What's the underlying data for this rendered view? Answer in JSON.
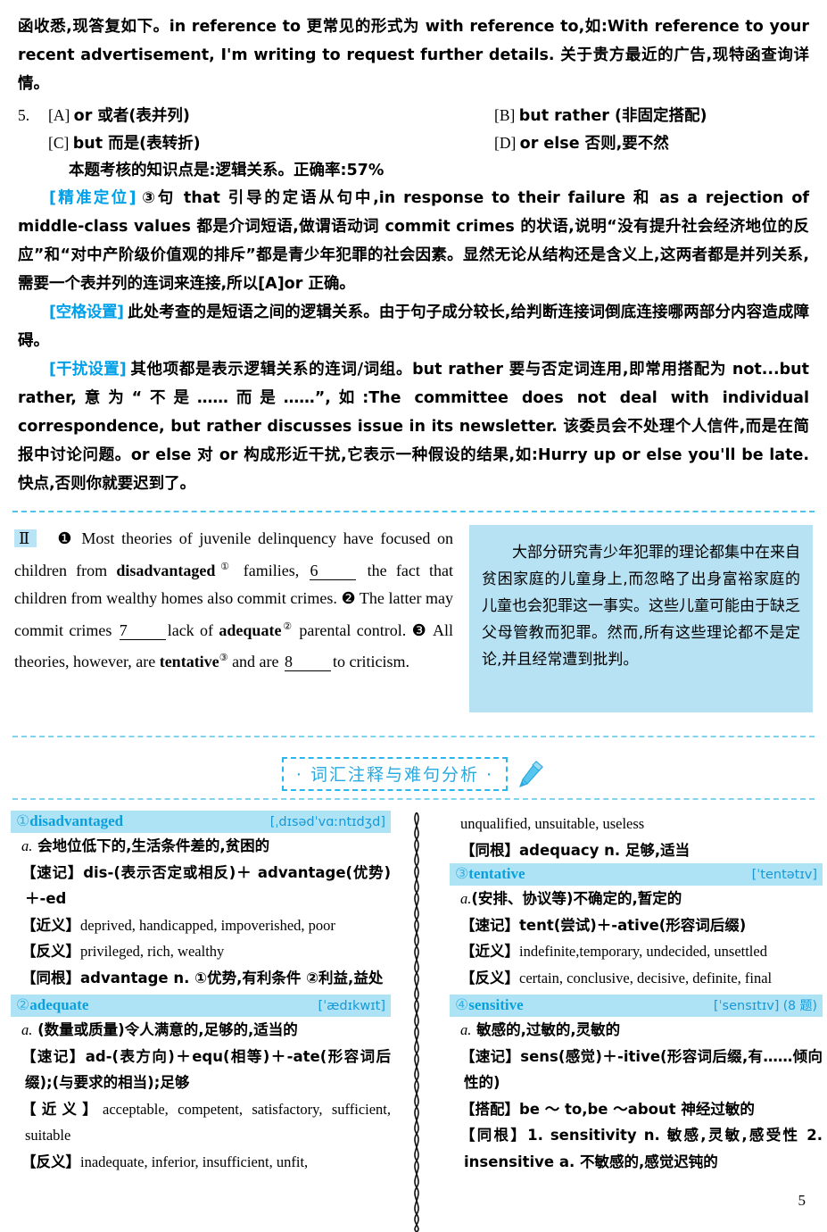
{
  "top_paragraph": {
    "line": "函收悉,现答复如下。in reference to 更常见的形式为 with reference to,如:With reference to your recent advertisement, I'm writing to request further details. 关于贵方最近的广告,现特函查询详情。"
  },
  "question": {
    "number": "5.",
    "options": [
      {
        "key": "[A]",
        "text": "or 或者(表并列)"
      },
      {
        "key": "[B]",
        "text": "but rather (非固定搭配)"
      },
      {
        "key": "[C]",
        "text": "but 而是(表转折)"
      },
      {
        "key": "[D]",
        "text": "or else 否则,要不然"
      }
    ],
    "note": "本题考核的知识点是:逻辑关系。正确率:57%"
  },
  "analysis": [
    {
      "tag": "[精准定位]",
      "body": "③句 that 引导的定语从句中,in response to their failure 和 as a rejection of middle-class values 都是介词短语,做谓语动词 commit crimes 的状语,说明“没有提升社会经济地位的反应”和“对中产阶级价值观的排斥”都是青少年犯罪的社会因素。显然无论从结构还是含义上,这两者都是并列关系,需要一个表并列的连词来连接,所以[A]or 正确。"
    },
    {
      "tag": "[空格设置]",
      "body": "此处考查的是短语之间的逻辑关系。由于句子成分较长,给判断连接词倒底连接哪两部分内容造成障碍。"
    },
    {
      "tag": "[干扰设置]",
      "body": "其他项都是表示逻辑关系的连词/词组。but rather 要与否定词连用,即常用搭配为 not...but rather,意为“不是……而是……”,如:The committee does not deal with individual correspondence, but rather discusses issue in its newsletter. 该委员会不处理个人信件,而是在简报中讨论问题。or else 对 or 构成形近干扰,它表示一种假设的结果,如:Hurry up or else you'll be late. 快点,否则你就要迟到了。"
    }
  ],
  "passage": {
    "roman_mark": "Ⅱ",
    "sentences": [
      {
        "marker": "❶",
        "text_a": "Most theories of juvenile delinquency have focused on children from ",
        "bold": "disadvantaged",
        "sup": "①",
        "text_b": " families,",
        "blank": "6",
        "text_c": "the fact that children from wealthy homes also commit crimes."
      },
      {
        "marker": "❷",
        "text_a": "The latter may commit crimes ",
        "blank": "7",
        "text_b": "lack of ",
        "bold": "adequate",
        "sup": "②",
        "text_c": " parental control."
      },
      {
        "marker": "❸",
        "text_a": "All theories, however, are ",
        "bold": "tentative",
        "sup": "③",
        "text_b": " and are ",
        "blank": "8",
        "text_c": "to criticism."
      }
    ]
  },
  "translation": {
    "text": "大部分研究青少年犯罪的理论都集中在来自贫困家庭的儿童身上,而忽略了出身富裕家庭的儿童也会犯罪这一事实。这些儿童可能由于缺乏父母管教而犯罪。然而,所有这些理论都不是定论,并且经常遭到批判。"
  },
  "section_heading": {
    "label": "· 词汇注释与难句分析 ·",
    "icon": "pen-icon"
  },
  "vocabulary": {
    "left": [
      {
        "index": "①",
        "word": "disadvantaged",
        "phonetic": "[ˌdɪsədˈvɑːntɪdʒd]",
        "extra": "",
        "lines": [
          {
            "label": "a.",
            "label_style": "pos",
            "text": " 会地位低下的,生活条件差的,贫困的"
          },
          {
            "label": "【速记】",
            "label_style": "lbl",
            "text": "dis-(表示否定或相反)＋ advantage(优势)＋-ed"
          },
          {
            "label": "【近义】",
            "label_style": "lbl",
            "text": "deprived, handicapped, impoverished, poor"
          },
          {
            "label": "【反义】",
            "label_style": "lbl",
            "text": "privileged, rich, wealthy"
          },
          {
            "label": "【同根】",
            "label_style": "lbl",
            "text": "advantage n. ①优势,有利条件 ②利益,益处"
          }
        ]
      },
      {
        "index": "②",
        "word": "adequate",
        "phonetic": "[ˈædɪkwɪt]",
        "extra": "",
        "lines": [
          {
            "label": "a.",
            "label_style": "pos",
            "text": " (数量或质量)令人满意的,足够的,适当的"
          },
          {
            "label": "【速记】",
            "label_style": "lbl",
            "text": "ad-(表方向)＋equ(相等)＋-ate(形容词后缀);(与要求的相当);足够"
          },
          {
            "label": "【近义】",
            "label_style": "lbl",
            "text": "acceptable, competent, satisfactory, sufficient, suitable"
          },
          {
            "label": "【反义】",
            "label_style": "lbl",
            "text": "inadequate, inferior, insufficient, unfit,"
          }
        ]
      }
    ],
    "right_continuation": [
      {
        "label": "",
        "label_style": "",
        "text": "unqualified, unsuitable, useless"
      },
      {
        "label": "【同根】",
        "label_style": "lbl",
        "text": "adequacy n. 足够,适当"
      }
    ],
    "right": [
      {
        "index": "③",
        "word": "tentative",
        "phonetic": "[ˈtentətɪv]",
        "extra": "",
        "lines": [
          {
            "label": "a.",
            "label_style": "pos",
            "text": "(安排、协议等)不确定的,暂定的"
          },
          {
            "label": "【速记】",
            "label_style": "lbl",
            "text": "tent(尝试)＋-ative(形容词后缀)"
          },
          {
            "label": "【近义】",
            "label_style": "lbl",
            "text": "indefinite,temporary, undecided, unsettled"
          },
          {
            "label": "【反义】",
            "label_style": "lbl",
            "text": "certain, conclusive, decisive, definite, final"
          }
        ]
      },
      {
        "index": "④",
        "word": "sensitive",
        "phonetic": "[ˈsensɪtɪv]",
        "extra": "(8 题)",
        "lines": [
          {
            "label": "a.",
            "label_style": "pos",
            "text": " 敏感的,过敏的,灵敏的"
          },
          {
            "label": "【速记】",
            "label_style": "lbl",
            "text": "sens(感觉)＋-itive(形容词后缀,有……倾向性的)"
          },
          {
            "label": "【搭配】",
            "label_style": "lbl",
            "text": "be ～ to,be ～about 神经过敏的"
          },
          {
            "label": "【同根】",
            "label_style": "lbl",
            "text": "1. sensitivity n. 敏感,灵敏,感受性 2. insensitive a. 不敏感的,感觉迟钝的"
          }
        ]
      }
    ]
  },
  "page_number": "5"
}
